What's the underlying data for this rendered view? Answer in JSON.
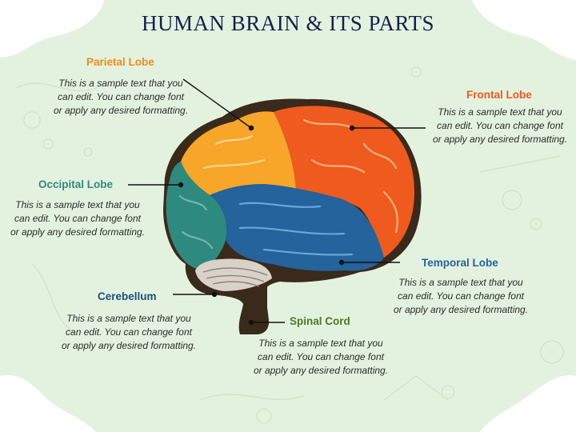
{
  "title": "HUMAN BRAIN & ITS PARTS",
  "parts": [
    {
      "key": "parietal",
      "label": "Parietal Lobe",
      "color": "#f08c1a",
      "text": "This is a sample text that you can edit. You can change font or apply any desired formatting."
    },
    {
      "key": "frontal",
      "label": "Frontal Lobe",
      "color": "#ef5a1e",
      "text": "This is a sample text that you can edit. You can change font or apply any desired formatting."
    },
    {
      "key": "occipital",
      "label": "Occipital Lobe",
      "color": "#2e8a7e",
      "text": "This is a sample text that you can edit. You can change font or apply any desired formatting."
    },
    {
      "key": "temporal",
      "label": "Temporal Lobe",
      "color": "#24639b",
      "text": "This is a sample text that you can edit. You can change font or apply any desired formatting."
    },
    {
      "key": "cerebellum",
      "label": "Cerebellum",
      "color": "#1e4f7a",
      "text": "This is a sample text that you can edit. You can change font or apply any desired formatting."
    },
    {
      "key": "spinal",
      "label": "Spinal Cord",
      "color": "#4e7a24",
      "text": "This is a sample text that you can edit. You can change font or apply any desired formatting."
    }
  ],
  "colors": {
    "background": "#e3f2df",
    "blob": "#ffffff",
    "title": "#14224a",
    "outline": "#3a2a1c"
  }
}
